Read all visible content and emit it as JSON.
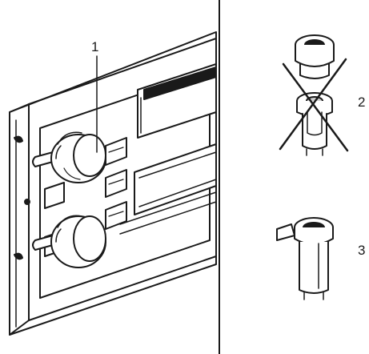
{
  "figure": {
    "labels": {
      "part_1": "1",
      "part_2": "2",
      "part_3": "3"
    },
    "colors": {
      "ink": "#1a1a1a",
      "paper": "#ffffff",
      "shade": "#cfcfcf",
      "dark": "#2a2a2a"
    },
    "icons": {
      "panel": "radio-front-panel-illustration",
      "knob": "rotary-knob",
      "bushing_wrong": "knob-bushing-crossed-out",
      "bushing_right": "knob-bushing-correct"
    }
  }
}
